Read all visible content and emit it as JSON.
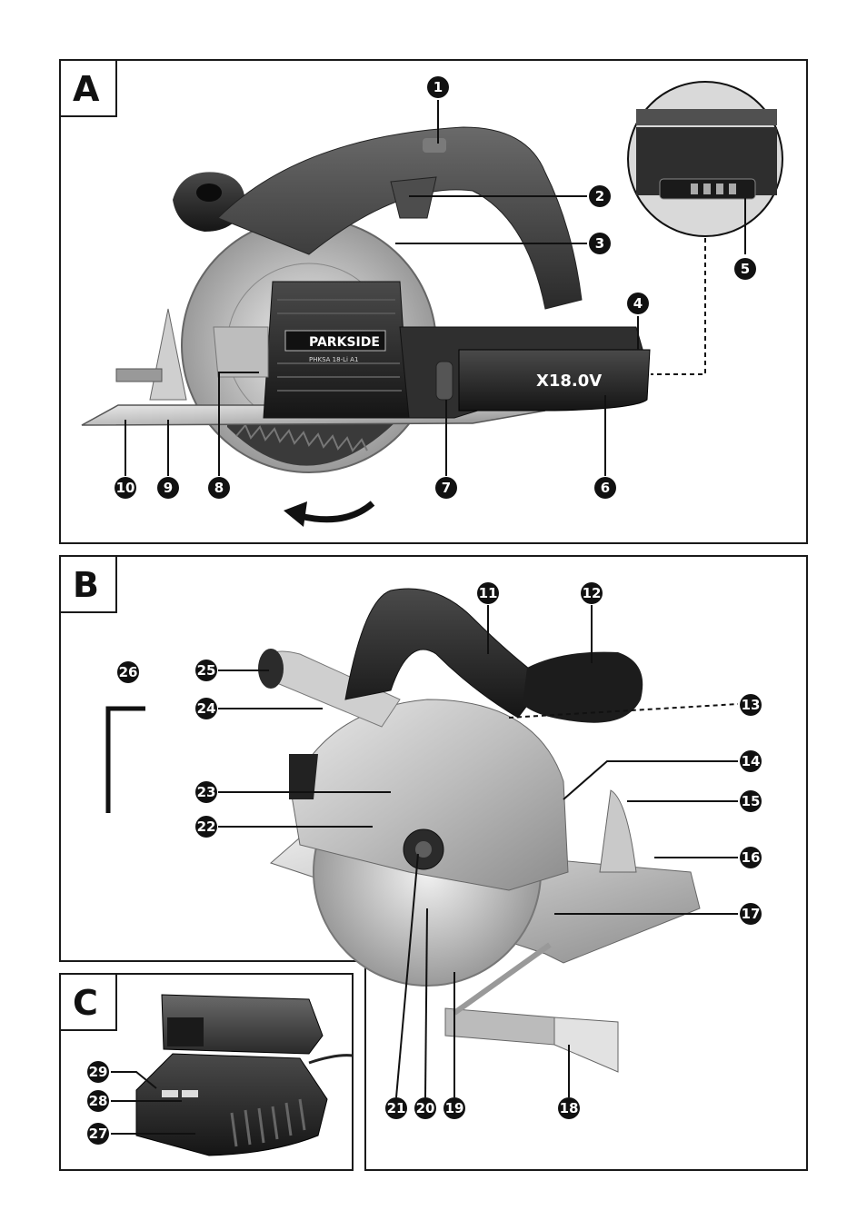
{
  "panels": [
    {
      "id": "A",
      "label": "A"
    },
    {
      "id": "B",
      "label": "B"
    },
    {
      "id": "C",
      "label": "C"
    }
  ],
  "brand": {
    "name": "PARKSIDE",
    "model": "PHKSA 18-Li A1",
    "battery": "X18.0V"
  },
  "callouts": {
    "n1": "1",
    "n2": "2",
    "n3": "3",
    "n4": "4",
    "n5": "5",
    "n6": "6",
    "n7": "7",
    "n8": "8",
    "n9": "9",
    "n10": "10",
    "n11": "11",
    "n12": "12",
    "n13": "13",
    "n14": "14",
    "n15": "15",
    "n16": "16",
    "n17": "17",
    "n18": "18",
    "n19": "19",
    "n20": "20",
    "n21": "21",
    "n22": "22",
    "n23": "23",
    "n24": "24",
    "n25": "25",
    "n26": "26",
    "n27": "27",
    "n28": "28",
    "n29": "29"
  }
}
